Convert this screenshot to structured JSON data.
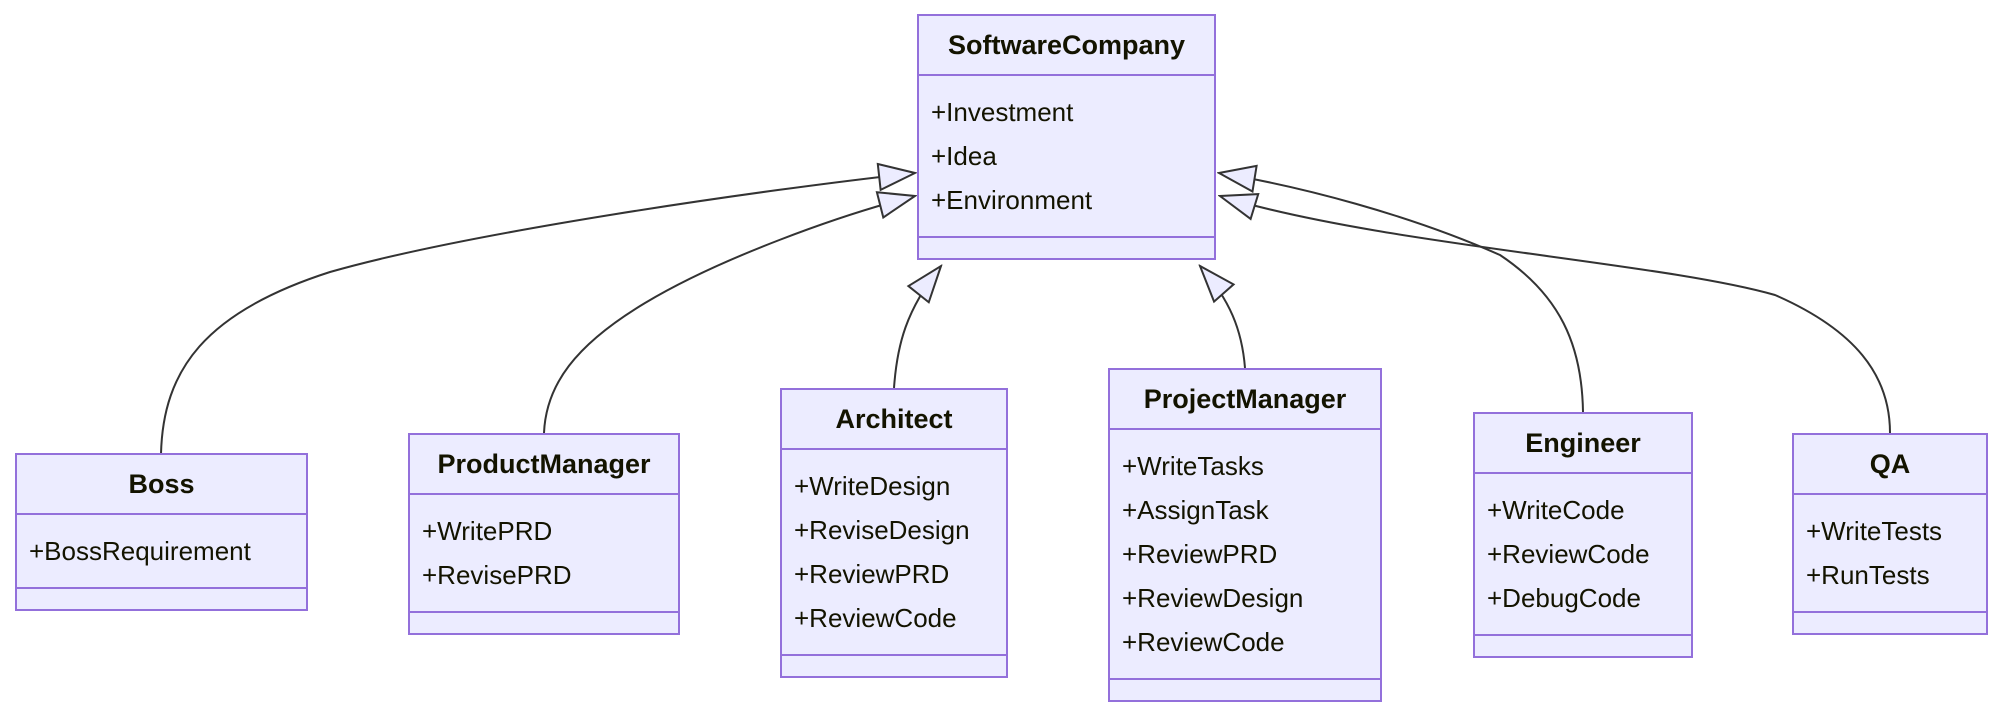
{
  "diagram": {
    "kind": "UML class diagram",
    "background_color": "#ffffff",
    "node_fill_color": "#ECECFF",
    "node_border_color": "#9370DB",
    "edge_color": "#333333",
    "text_color": "#131300",
    "classes": [
      {
        "id": "software-company",
        "name": "SoftwareCompany",
        "attributes": [
          "+Investment",
          "+Idea",
          "+Environment"
        ],
        "methods": []
      },
      {
        "id": "boss",
        "name": "Boss",
        "attributes": [
          "+BossRequirement"
        ],
        "methods": []
      },
      {
        "id": "product-manager",
        "name": "ProductManager",
        "attributes": [
          "+WritePRD",
          "+RevisePRD"
        ],
        "methods": []
      },
      {
        "id": "architect",
        "name": "Architect",
        "attributes": [
          "+WriteDesign",
          "+ReviseDesign",
          "+ReviewPRD",
          "+ReviewCode"
        ],
        "methods": []
      },
      {
        "id": "project-manager",
        "name": "ProjectManager",
        "attributes": [
          "+WriteTasks",
          "+AssignTask",
          "+ReviewPRD",
          "+ReviewDesign",
          "+ReviewCode"
        ],
        "methods": []
      },
      {
        "id": "engineer",
        "name": "Engineer",
        "attributes": [
          "+WriteCode",
          "+ReviewCode",
          "+DebugCode"
        ],
        "methods": []
      },
      {
        "id": "qa",
        "name": "QA",
        "attributes": [
          "+WriteTests",
          "+RunTests"
        ],
        "methods": []
      }
    ],
    "relationships": [
      {
        "child": "Boss",
        "child_id": "boss",
        "parent": "SoftwareCompany",
        "parent_id": "software-company",
        "type": "inheritance",
        "arrow": "hollow-triangle"
      },
      {
        "child": "ProductManager",
        "child_id": "product-manager",
        "parent": "SoftwareCompany",
        "parent_id": "software-company",
        "type": "inheritance",
        "arrow": "hollow-triangle"
      },
      {
        "child": "Architect",
        "child_id": "architect",
        "parent": "SoftwareCompany",
        "parent_id": "software-company",
        "type": "inheritance",
        "arrow": "hollow-triangle"
      },
      {
        "child": "ProjectManager",
        "child_id": "project-manager",
        "parent": "SoftwareCompany",
        "parent_id": "software-company",
        "type": "inheritance",
        "arrow": "hollow-triangle"
      },
      {
        "child": "Engineer",
        "child_id": "engineer",
        "parent": "SoftwareCompany",
        "parent_id": "software-company",
        "type": "inheritance",
        "arrow": "hollow-triangle"
      },
      {
        "child": "QA",
        "child_id": "qa",
        "parent": "SoftwareCompany",
        "parent_id": "software-company",
        "type": "inheritance",
        "arrow": "hollow-triangle"
      }
    ]
  }
}
